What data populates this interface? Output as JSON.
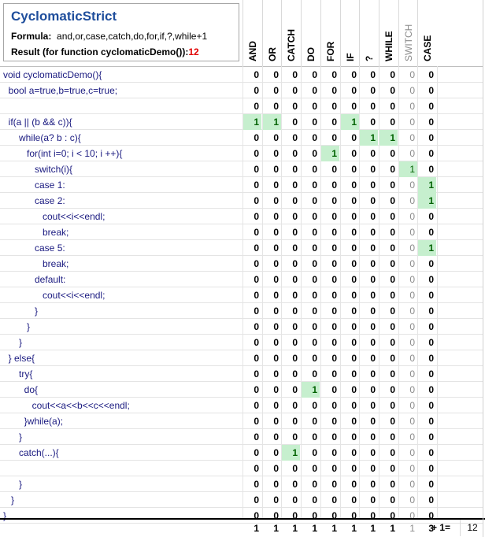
{
  "header": {
    "title": "CyclomaticStrict",
    "formula_label": "Formula:",
    "formula_text": "and,or,case,catch,do,for,if,?,while+1",
    "result_label": "Result  (for function cyclomaticDemo()):",
    "result_value": "12"
  },
  "columns": [
    "AND",
    "OR",
    "CATCH",
    "DO",
    "FOR",
    "IF",
    "?",
    "WHILE",
    "SWITCH",
    "CASE"
  ],
  "code_lines": [
    "void cyclomaticDemo(){",
    "  bool a=true,b=true,c=true;",
    "",
    "  if(a || (b && c)){",
    "      while(a? b : c){",
    "         for(int i=0; i < 10; i ++){",
    "            switch(i){",
    "            case 1:",
    "            case 2:",
    "               cout<<i<<endl;",
    "               break;",
    "            case 5:",
    "               break;",
    "            default:",
    "               cout<<i<<endl;",
    "            }",
    "         }",
    "      }",
    "  } else{",
    "      try{",
    "        do{",
    "           cout<<a<<b<<c<<endl;",
    "        }while(a);",
    "      }",
    "      catch(...){",
    "",
    "      }",
    "   }",
    "}"
  ],
  "rows": [
    [
      0,
      0,
      0,
      0,
      0,
      0,
      0,
      0,
      0,
      0
    ],
    [
      0,
      0,
      0,
      0,
      0,
      0,
      0,
      0,
      0,
      0
    ],
    [
      0,
      0,
      0,
      0,
      0,
      0,
      0,
      0,
      0,
      0
    ],
    [
      1,
      1,
      0,
      0,
      0,
      1,
      0,
      0,
      0,
      0
    ],
    [
      0,
      0,
      0,
      0,
      0,
      0,
      1,
      1,
      0,
      0
    ],
    [
      0,
      0,
      0,
      0,
      1,
      0,
      0,
      0,
      0,
      0
    ],
    [
      0,
      0,
      0,
      0,
      0,
      0,
      0,
      0,
      1,
      0
    ],
    [
      0,
      0,
      0,
      0,
      0,
      0,
      0,
      0,
      0,
      1
    ],
    [
      0,
      0,
      0,
      0,
      0,
      0,
      0,
      0,
      0,
      1
    ],
    [
      0,
      0,
      0,
      0,
      0,
      0,
      0,
      0,
      0,
      0
    ],
    [
      0,
      0,
      0,
      0,
      0,
      0,
      0,
      0,
      0,
      0
    ],
    [
      0,
      0,
      0,
      0,
      0,
      0,
      0,
      0,
      0,
      1
    ],
    [
      0,
      0,
      0,
      0,
      0,
      0,
      0,
      0,
      0,
      0
    ],
    [
      0,
      0,
      0,
      0,
      0,
      0,
      0,
      0,
      0,
      0
    ],
    [
      0,
      0,
      0,
      0,
      0,
      0,
      0,
      0,
      0,
      0
    ],
    [
      0,
      0,
      0,
      0,
      0,
      0,
      0,
      0,
      0,
      0
    ],
    [
      0,
      0,
      0,
      0,
      0,
      0,
      0,
      0,
      0,
      0
    ],
    [
      0,
      0,
      0,
      0,
      0,
      0,
      0,
      0,
      0,
      0
    ],
    [
      0,
      0,
      0,
      0,
      0,
      0,
      0,
      0,
      0,
      0
    ],
    [
      0,
      0,
      0,
      0,
      0,
      0,
      0,
      0,
      0,
      0
    ],
    [
      0,
      0,
      0,
      1,
      0,
      0,
      0,
      0,
      0,
      0
    ],
    [
      0,
      0,
      0,
      0,
      0,
      0,
      0,
      0,
      0,
      0
    ],
    [
      0,
      0,
      0,
      0,
      0,
      0,
      0,
      0,
      0,
      0
    ],
    [
      0,
      0,
      0,
      0,
      0,
      0,
      0,
      0,
      0,
      0
    ],
    [
      0,
      0,
      1,
      0,
      0,
      0,
      0,
      0,
      0,
      0
    ],
    [
      0,
      0,
      0,
      0,
      0,
      0,
      0,
      0,
      0,
      0
    ],
    [
      0,
      0,
      0,
      0,
      0,
      0,
      0,
      0,
      0,
      0
    ],
    [
      0,
      0,
      0,
      0,
      0,
      0,
      0,
      0,
      0,
      0
    ],
    [
      0,
      0,
      0,
      0,
      0,
      0,
      0,
      0,
      0,
      0
    ]
  ],
  "totals": [
    1,
    1,
    1,
    1,
    1,
    1,
    1,
    1,
    1,
    3
  ],
  "plus_one_label": "+ 1=",
  "total_value": "12",
  "colors": {
    "title": "#1f4e9c",
    "result_value": "#e00000",
    "code_text": "#1a1a80",
    "hit_fill": "#c6efce",
    "hit_text": "#006100",
    "switch_column": "#8a8a8a"
  }
}
